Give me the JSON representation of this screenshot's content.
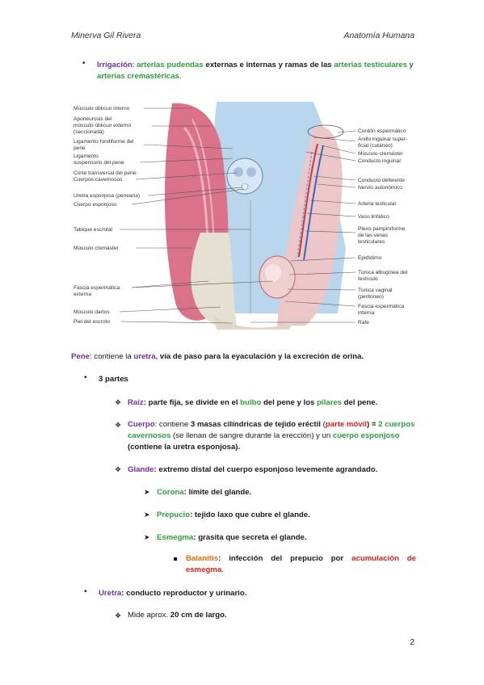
{
  "header": {
    "author": "Minerva Gil Rivera",
    "subject": "Anatomía Humana"
  },
  "irrigacion": {
    "label": "Irrigación",
    "p1": "arterias pudendas",
    "t1": " externas e internas y ramas de las ",
    "p2": "arterias testiculares",
    "t2": " y",
    "p3": "arterias cremastéricas",
    "t3": "."
  },
  "figure": {
    "left_labels": [
      "Músculo oblicuo interno",
      "Aponeurosis del",
      "músculo oblicuo externo",
      "(seccionada)",
      "Ligamento fundiforme del",
      "pene",
      "Ligamento",
      "suspensorio del pene",
      "Corte transversal del pene:",
      "Cuerpos cavernosos",
      "Uretra esponjosa (peneana)",
      "Cuerpo esponjoso",
      "Tabique escrotal",
      "Músculo cremáster",
      "Fascia espermática",
      "externa",
      "Músculo dartos",
      "Piel del escroto"
    ],
    "right_labels": [
      "Cordón espermático",
      "Anillo inguinal super-",
      "ficial (cutáneo)",
      "Músculo cremáster",
      "Conducto inguinal",
      "Conducto deferente",
      "Nervio autonómico",
      "Arteria testicular",
      "Vaso linfático",
      "Plexo pampiniforme",
      "de las venas",
      "testiculares",
      "Epidídimo",
      "Túnica albugínea del",
      "testículo",
      "Túnica vaginal",
      "(peritoneo)",
      "Fascia espermática",
      "interna",
      "Rafe"
    ]
  },
  "pene": {
    "label": "Pene",
    "t1": ": contiene la ",
    "uretra": "uretra,",
    "t2": " vía de paso para la eyaculación y la excreción de orina."
  },
  "tres_partes": "3 partes",
  "raiz": {
    "label": "Raíz",
    "t1": ": parte fija, se divide en el ",
    "bulbo": "bulbo",
    "t2": " del pene y los ",
    "pilares": "pilares",
    "t3": " del pene."
  },
  "cuerpo": {
    "label": "Cuerpo",
    "t1": ": contiene ",
    "t1b": "3 masas cilíndricas de tejido eréctil",
    "t1c": " (",
    "movil": "parte móvil",
    "t2": ") = ",
    "cav": "2 cuerpos",
    "cav2": "cavernosos",
    "t3": " (se llenan de sangre durante la erección) y un ",
    "esp": "cuerpo esponjoso",
    "t4": "(contiene la uretra esponjosa)."
  },
  "glande": {
    "label": "Glande",
    "t1": ": extremo distal del cuerpo esponjoso levemente agrandado."
  },
  "corona": {
    "label": "Corona",
    "t1": ": límite del glande."
  },
  "prepucio": {
    "label": "Prepucio",
    "t1": ": tejido laxo que cubre el glande."
  },
  "esmegma": {
    "label": "Esmegma",
    "t1": ": grasita que secreta el glande."
  },
  "balanitis": {
    "label": "Balanitis",
    "t1": ": infección del prepucio por ",
    "acum": "acumulación de",
    "acum2": "esmegma",
    "t2": "."
  },
  "uretra": {
    "label": "Uretra",
    "t1": ": conducto reproductor y urinario."
  },
  "mide": {
    "t1": "Mide aprox. ",
    "b": "20 cm",
    "t2": " de largo."
  },
  "page_number": "2"
}
